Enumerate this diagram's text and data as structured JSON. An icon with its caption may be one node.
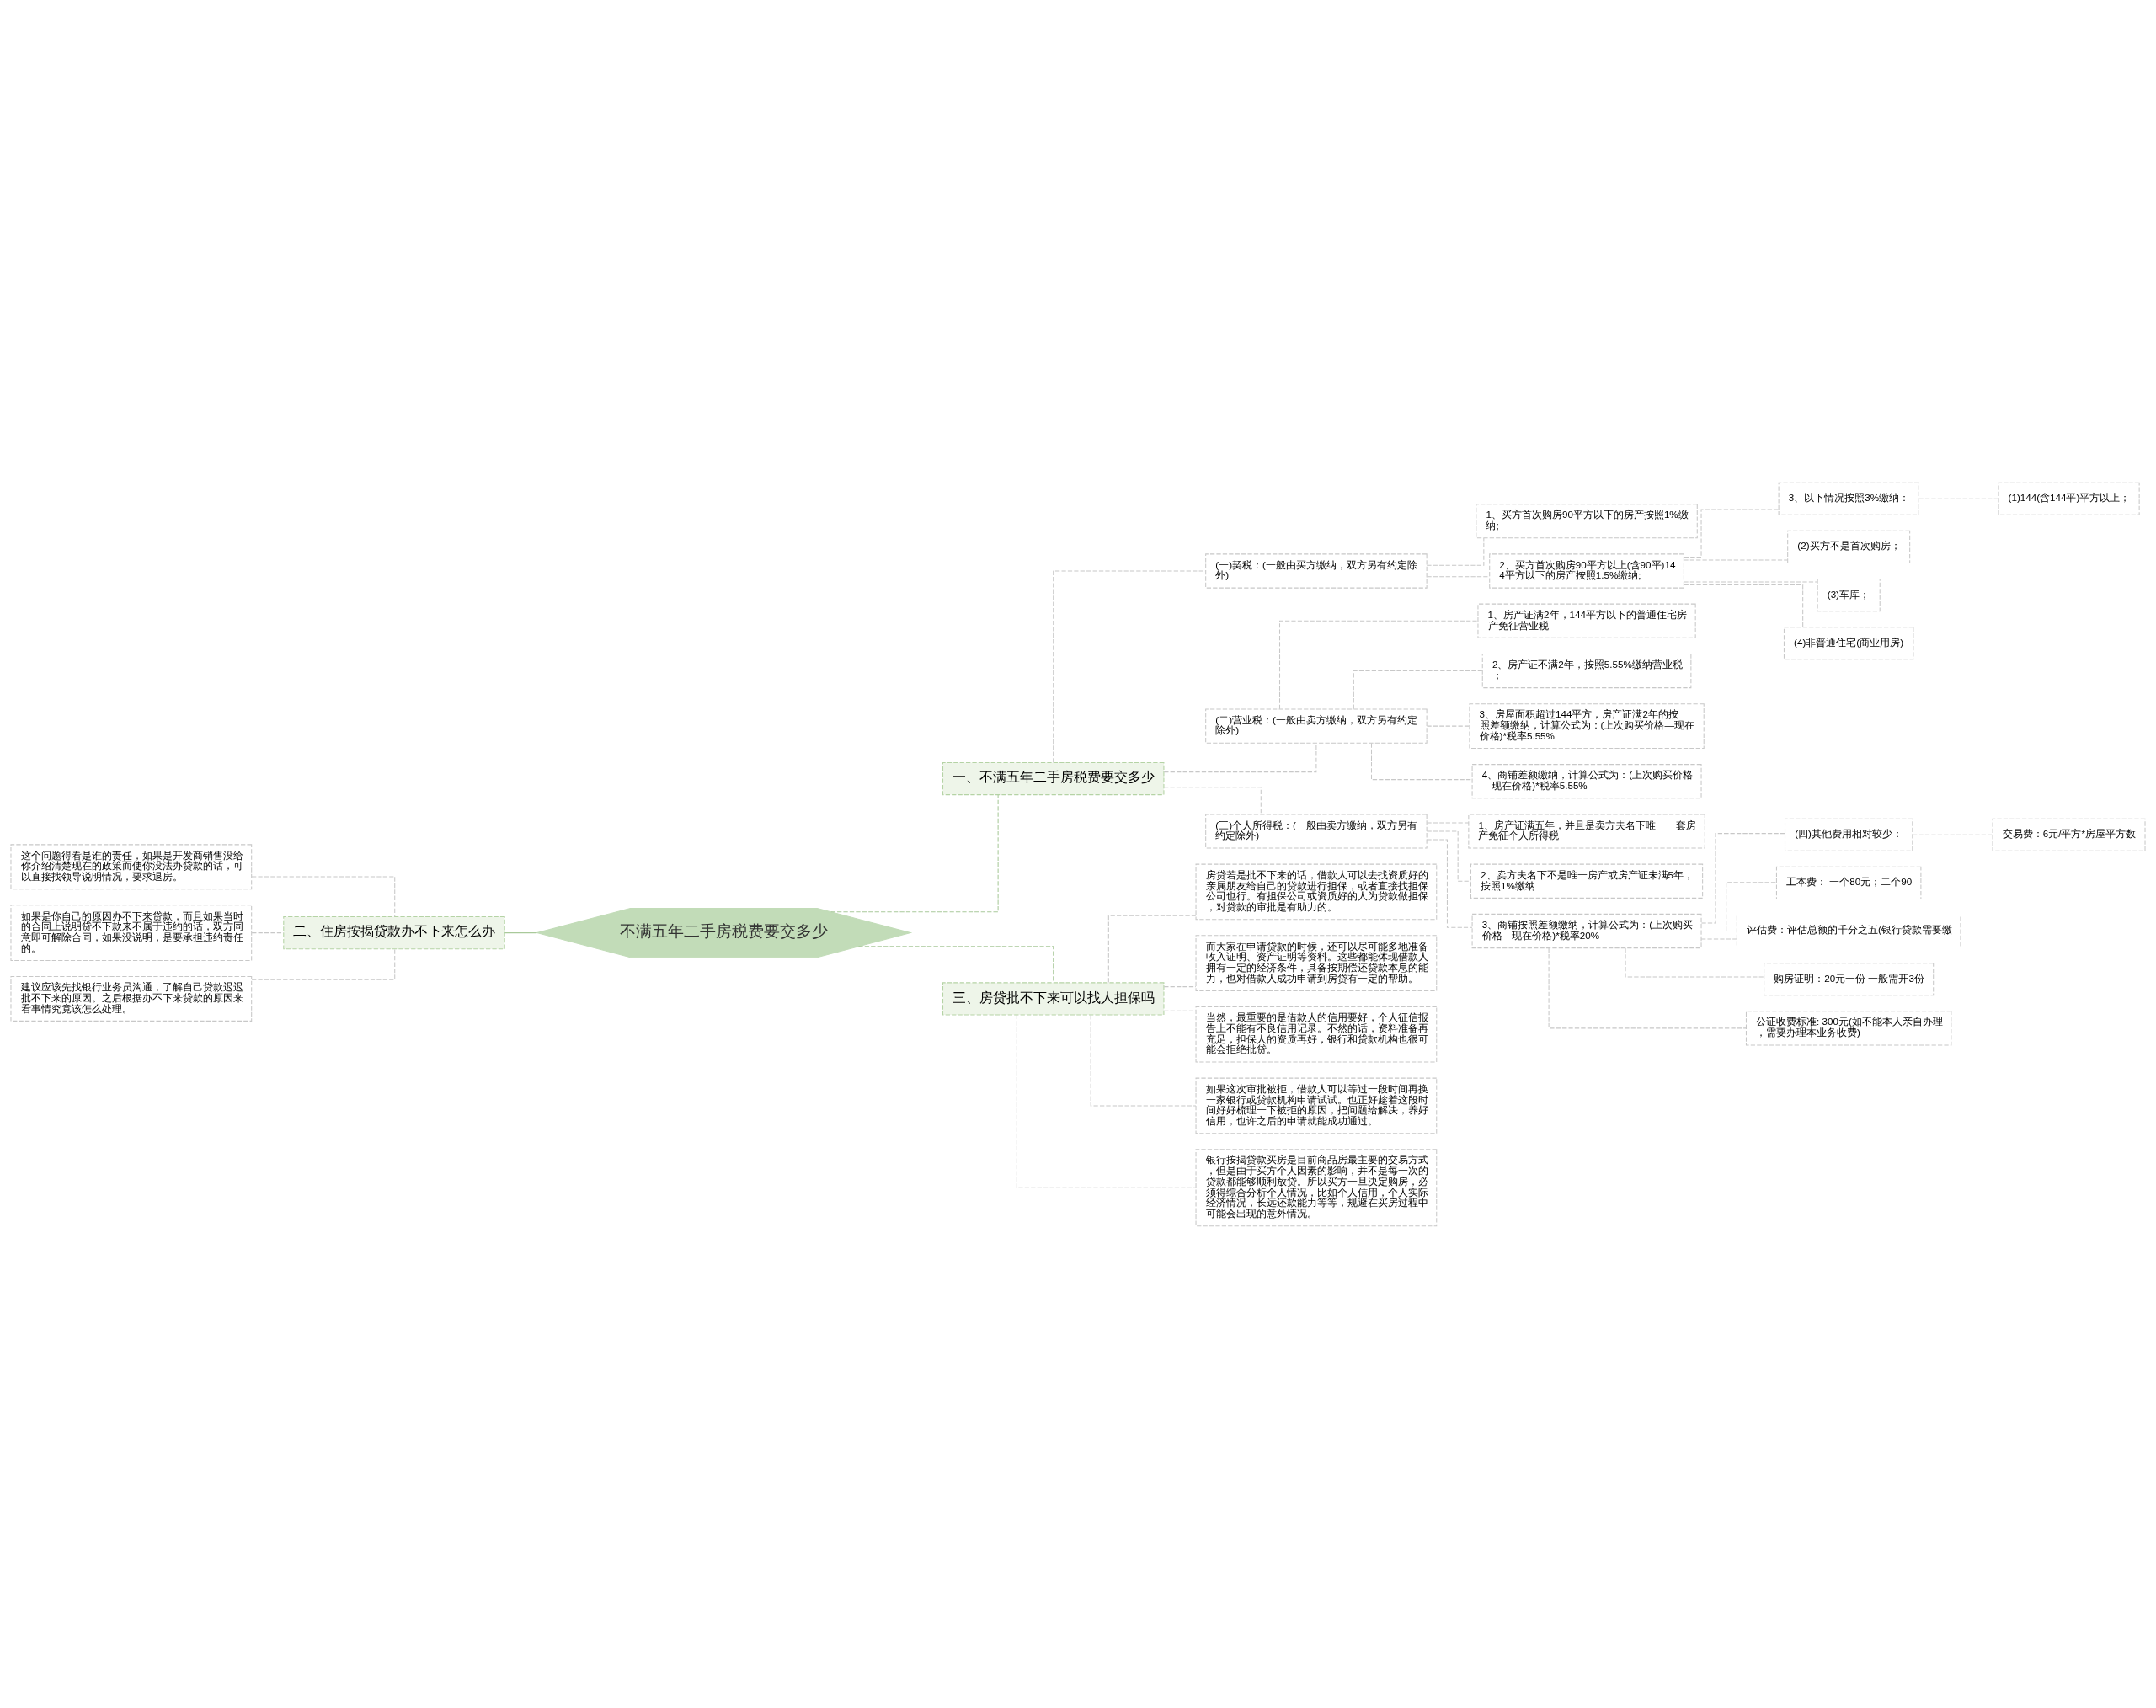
{
  "diagram": {
    "nodes": [
      {
        "text": [
          "不满五年二手房税费要交多少"
        ]
      },
      {
        "text": [
          "一、不满五年二手房税费要交多少"
        ]
      },
      {
        "text": [
          "(一)契税：(一般由买方缴纳，双方另有约定除外)"
        ]
      },
      {
        "text": [
          "1、买方首次购房90平方以下的房产按照1%缴纳;"
        ]
      },
      {
        "text": [
          "2、买方首次购房90平方以上(含90平)144平方以下的房产按照1.5%缴纳;"
        ]
      },
      {
        "text": [
          "3、以下情况按照3%缴纳："
        ]
      },
      {
        "text": [
          "(1)144(含144平)平方以上；"
        ]
      },
      {
        "text": [
          "(2)买方不是首次购房；"
        ]
      },
      {
        "text": [
          "(3)车库；"
        ]
      },
      {
        "text": [
          "(4)非普通住宅(商业用房)"
        ]
      },
      {
        "text": [
          "(二)营业税：(一般由卖方缴纳，双方另有约定除外)"
        ]
      },
      {
        "text": [
          "1、房产证满2年，144平方以下的普通住宅房产免征营业税"
        ]
      },
      {
        "text": [
          "2、房产证不满2年，按照5.55%缴纳营业税；"
        ]
      },
      {
        "text": [
          "3、房屋面积超过144平方，房产证满2年的按照差额缴纳，计算公式为：(上次购买价格—现在价格)*税率5.55%"
        ]
      },
      {
        "text": [
          "4、商铺差额缴纳，计算公式为：(上次购买价格—现在价格)*税率5.55%"
        ]
      },
      {
        "text": [
          "(三)个人所得税：(一般由卖方缴纳，双方另有约定除外)"
        ]
      },
      {
        "text": [
          "1、房产证满五年，并且是卖方夫名下唯一一套房产免征个人所得税"
        ]
      },
      {
        "text": [
          "2、卖方夫名下不是唯一房产或房产证未满5年，按照1%缴纳"
        ]
      },
      {
        "text": [
          "3、商铺按照差额缴纳，计算公式为：(上次购买价格—现在价格)*税率20%"
        ]
      },
      {
        "text": [
          "(四)其他费用相对较少："
        ]
      },
      {
        "text": [
          "交易费：6元/平方*房屋平方数"
        ]
      },
      {
        "text": [
          "工本费： 一个80元；二个90"
        ]
      },
      {
        "text": [
          "评估费：评估总额的千分之五(银行贷款需要缴"
        ]
      },
      {
        "text": [
          "购房证明：20元一份 一般需开3份"
        ]
      },
      {
        "text": [
          "公证收费标准: 300元(如不能本人亲自办理，需要办理本业务收费)"
        ]
      },
      {
        "text": [
          "三、房贷批不下来可以找人担保吗"
        ]
      },
      {
        "text": [
          "房贷若是批不下来的话，借款人可以去找资质好的亲属朋友给自己的贷款进行担保，或者直接找担保公司也行。有担保公司或资质好的人为贷款做担保，对贷款的审批是有助力的。"
        ]
      },
      {
        "text": [
          "而大家在申请贷款的时候，还可以尽可能多地准备收入证明、资产证明等资料。这些都能体现借款人拥有一定的经济条件，具备按期偿还贷款本息的能力，也对借款人成功申请到房贷有一定的帮助。"
        ]
      },
      {
        "text": [
          "当然，最重要的是借款人的信用要好，个人征信报告上不能有不良信用记录。不然的话，资料准备再充足，担保人的资质再好，银行和贷款机构也很可能会拒绝批贷。"
        ]
      },
      {
        "text": [
          "如果这次审批被拒，借款人可以等过一段时间再换一家银行或贷款机构申请试试。也正好趁着这段时间好好梳理一下被拒的原因，把问题给解决，养好信用，也许之后的申请就能成功通过。"
        ]
      },
      {
        "text": [
          "银行按揭贷款买房是目前商品房最主要的交易方式，但是由于买方个人因素的影响，并不是每一次的贷款都能够顺利放贷。所以买方一旦决定购房，必须得综合分析个人情况，比如个人信用，个人实际经济情况，长远还款能力等等，规避在买房过程中可能会出现的意外情况。"
        ]
      },
      {
        "text": [
          "二、住房按揭贷款办不下来怎么办"
        ]
      },
      {
        "text": [
          "这个问题得看是谁的责任，如果是开发商销售没给你介绍清楚现在的政策而使你没法办贷款的话，可以直接找领导说明情况，要求退房。"
        ]
      },
      {
        "text": [
          "如果是你自己的原因办不下来贷款，而且如果当时的合同上说明贷不下款来不属于违约的话，双方同意即可解除合同，如果没说明，是要承担违约责任的。"
        ]
      },
      {
        "text": [
          "建议应该先找银行业务员沟通，了解自己贷款迟迟批不下来的原因。之后根据办不下来贷款的原因来看事情究竟该怎么处理。"
        ]
      }
    ],
    "edges": [
      {
        "from": 0,
        "to": 1,
        "arrow": "none",
        "style": "dashed",
        "color": "#a9c99a"
      },
      {
        "from": 1,
        "to": 2,
        "arrow": "none",
        "style": "dashed"
      },
      {
        "from": 2,
        "to": 3,
        "arrow": "none",
        "style": "dashed"
      },
      {
        "from": 2,
        "to": 4,
        "arrow": "none",
        "style": "dashed"
      },
      {
        "from": 4,
        "to": 5,
        "arrow": "none",
        "style": "dashed"
      },
      {
        "from": 5,
        "to": 6,
        "arrow": "none",
        "style": "dashed"
      },
      {
        "from": 4,
        "to": 7,
        "arrow": "none",
        "style": "dashed"
      },
      {
        "from": 4,
        "to": 8,
        "arrow": "none",
        "style": "dashed"
      },
      {
        "from": 4,
        "to": 9,
        "arrow": "none",
        "style": "dashed"
      },
      {
        "from": 1,
        "to": 10,
        "arrow": "none",
        "style": "dashed"
      },
      {
        "from": 10,
        "to": 11,
        "arrow": "none",
        "style": "dashed"
      },
      {
        "from": 10,
        "to": 12,
        "arrow": "none",
        "style": "dashed"
      },
      {
        "from": 10,
        "to": 13,
        "arrow": "none",
        "style": "dashed"
      },
      {
        "from": 10,
        "to": 14,
        "arrow": "none",
        "style": "dashed"
      },
      {
        "from": 1,
        "to": 15,
        "arrow": "none",
        "style": "dashed"
      },
      {
        "from": 15,
        "to": 16,
        "arrow": "none",
        "style": "dashed"
      },
      {
        "from": 15,
        "to": 17,
        "arrow": "none",
        "style": "dashed"
      },
      {
        "from": 15,
        "to": 18,
        "arrow": "none",
        "style": "dashed"
      },
      {
        "from": 18,
        "to": 19,
        "arrow": "none",
        "style": "dashed"
      },
      {
        "from": 19,
        "to": 20,
        "arrow": "none",
        "style": "dashed"
      },
      {
        "from": 18,
        "to": 21,
        "arrow": "none",
        "style": "dashed"
      },
      {
        "from": 18,
        "to": 22,
        "arrow": "none",
        "style": "dashed"
      },
      {
        "from": 18,
        "to": 23,
        "arrow": "none",
        "style": "dashed"
      },
      {
        "from": 18,
        "to": 24,
        "arrow": "none",
        "style": "dashed"
      },
      {
        "from": 0,
        "to": 25,
        "arrow": "none",
        "style": "dashed",
        "color": "#a9c99a"
      },
      {
        "from": 25,
        "to": 26,
        "arrow": "none",
        "style": "dashed"
      },
      {
        "from": 25,
        "to": 27,
        "arrow": "none",
        "style": "dashed"
      },
      {
        "from": 25,
        "to": 28,
        "arrow": "none",
        "style": "dashed"
      },
      {
        "from": 25,
        "to": 29,
        "arrow": "none",
        "style": "dashed"
      },
      {
        "from": 25,
        "to": 30,
        "arrow": "none",
        "style": "dashed"
      },
      {
        "from": 0,
        "to": 31,
        "arrow": "none",
        "color": "#a9c99a"
      },
      {
        "from": 31,
        "to": 32,
        "arrow": "none",
        "style": "dashed"
      },
      {
        "from": 31,
        "to": 33,
        "arrow": "none",
        "style": "dashed"
      },
      {
        "from": 31,
        "to": 34,
        "arrow": "none",
        "style": "dashed"
      }
    ]
  }
}
